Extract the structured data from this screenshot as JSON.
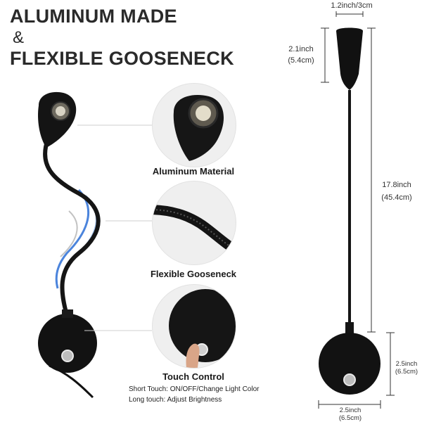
{
  "headline": {
    "line1": "ALUMINUM MADE",
    "amp": "&",
    "line2": "FLEXIBLE GOOSENECK"
  },
  "features": [
    {
      "caption": "Aluminum Material",
      "icon": "lamp-head-closeup-icon"
    },
    {
      "caption": "Flexible Gooseneck",
      "icon": "gooseneck-closeup-icon"
    },
    {
      "caption": "Touch Control",
      "icon": "touch-switch-closeup-icon"
    }
  ],
  "touch_notes": {
    "short": "Short Touch: ON/OFF/Change Light Color",
    "long": "Long touch: Adjust Brightness"
  },
  "dimensions": {
    "head_width": "1.2inch/3cm",
    "head_height_in": "2.1inch",
    "head_height_cm": "(5.4cm)",
    "neck_length_in": "17.8inch",
    "neck_length_cm": "(45.4cm)",
    "base_height_in": "2.5inch",
    "base_height_cm": "(6.5cm)",
    "base_width_in": "2.5inch",
    "base_width_cm": "(6.5cm)"
  },
  "colors": {
    "lamp_black": "#111111",
    "accent_blue": "#2b6fd6",
    "dim_line": "#333333"
  }
}
